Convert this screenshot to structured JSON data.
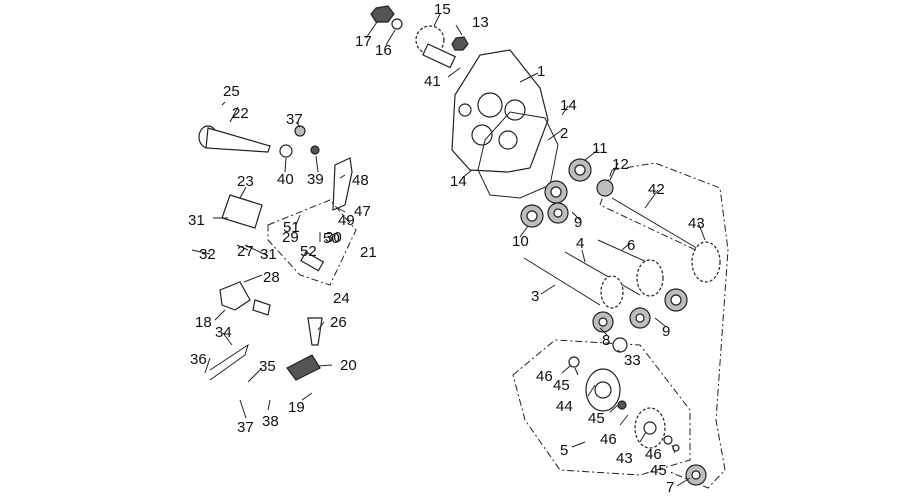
{
  "diagram": {
    "callouts": [
      "1",
      "2",
      "3",
      "4",
      "5",
      "6",
      "7",
      "8",
      "9",
      "9",
      "10",
      "11",
      "12",
      "13",
      "14",
      "14",
      "15",
      "16",
      "17",
      "18",
      "19",
      "20",
      "21",
      "22",
      "23",
      "24",
      "25",
      "26",
      "27",
      "28",
      "29",
      "30",
      "31",
      "31",
      "32",
      "33",
      "34",
      "35",
      "36",
      "37",
      "37",
      "38",
      "39",
      "40",
      "41",
      "42",
      "43",
      "43",
      "44",
      "45",
      "45",
      "45",
      "46",
      "46",
      "46",
      "47",
      "48",
      "49",
      "50",
      "51",
      "52"
    ]
  }
}
